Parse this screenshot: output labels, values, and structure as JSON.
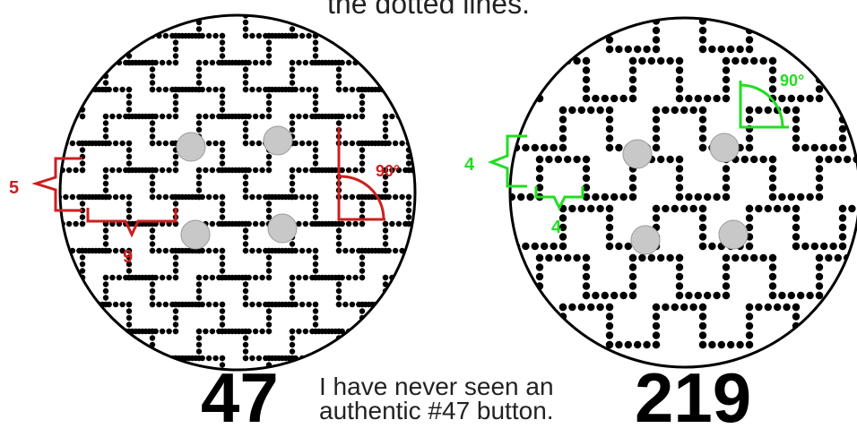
{
  "header": {
    "caption_fragment": "the dotted lines."
  },
  "buttons": [
    {
      "number": "47",
      "dimension_labels": {
        "height": "5",
        "width": "9",
        "angle": "90°"
      },
      "annotation_color": "#cc1f1f"
    },
    {
      "number": "219",
      "dimension_labels": {
        "height": "4",
        "width": "4",
        "angle": "90°"
      },
      "annotation_color": "#22dd22"
    }
  ],
  "note": {
    "line1": "I have never seen an",
    "line2": "authentic #47 button."
  },
  "colors": {
    "dots": "#000000",
    "holes": "#c8c8c8",
    "outline": "#000000"
  }
}
